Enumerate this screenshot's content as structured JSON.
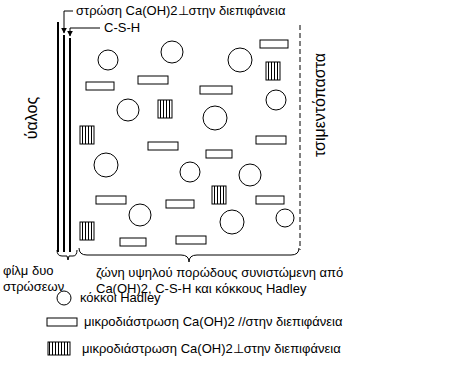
{
  "diagram": {
    "labels": [
      "στρώση Ca(OH)2⊥στην διεπιφάνεια",
      "C-S-H",
      "ύαλος",
      "τσιμεντόπαστα",
      "φίλμ δυο στρώσεων",
      "ζώνη υψηλού πορώδους συνιστώμενη από Ca(OH)2, C-S-H και κόκκους Hadley"
    ],
    "legend": [
      {
        "text": "κόκκοι Hadley"
      },
      {
        "text": "μικροδιάστρωση Ca(OH)2 //στην διεπιφάνεια"
      },
      {
        "text": "μικροδιάστρωση Ca(OH)2⊥στην διεπιφάνεια"
      }
    ]
  }
}
